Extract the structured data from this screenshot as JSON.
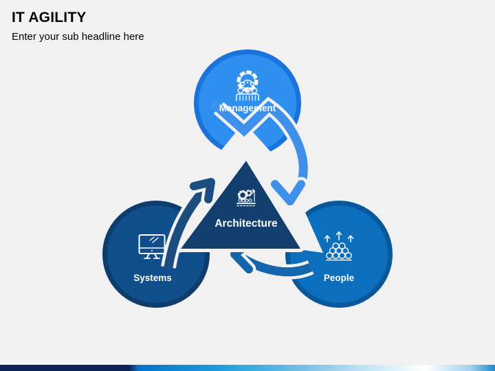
{
  "slide": {
    "title": "IT AGILITY",
    "subtitle": "Enter your sub headline here",
    "background_color": "#F1F1F2"
  },
  "diagram": {
    "center_node": {
      "label": "Architecture",
      "icon": "architecture-gears-icon",
      "fill": "#123F6D",
      "text_color": "#FFFFFF"
    },
    "nodes": [
      {
        "id": "management",
        "label": "Management",
        "position": "top",
        "icon": "gear-team-icon",
        "fill": "#2E8FEF",
        "ring": "#1A73DB"
      },
      {
        "id": "systems",
        "label": "Systems",
        "position": "bottom-left",
        "icon": "computer-monitor-icon",
        "fill": "#104F8B",
        "ring": "#0D3D6D"
      },
      {
        "id": "people",
        "label": "People",
        "position": "bottom-right",
        "icon": "people-growth-icon",
        "fill": "#0B6FBD",
        "ring": "#09589A"
      }
    ],
    "arrows": [
      {
        "id": "management-to-people",
        "color": "#3E90EA"
      },
      {
        "id": "people-to-systems",
        "color": "#1365AC"
      },
      {
        "id": "systems-to-management",
        "color": "#1B4E7E"
      }
    ]
  },
  "footer": {
    "bar_colors": [
      "#0E2058",
      "#0873C8",
      "#1E9FDC",
      "#79C2E8",
      "#C8E8F6",
      "#FFFFFF",
      "#9FD3EE",
      "#2489CB"
    ]
  }
}
